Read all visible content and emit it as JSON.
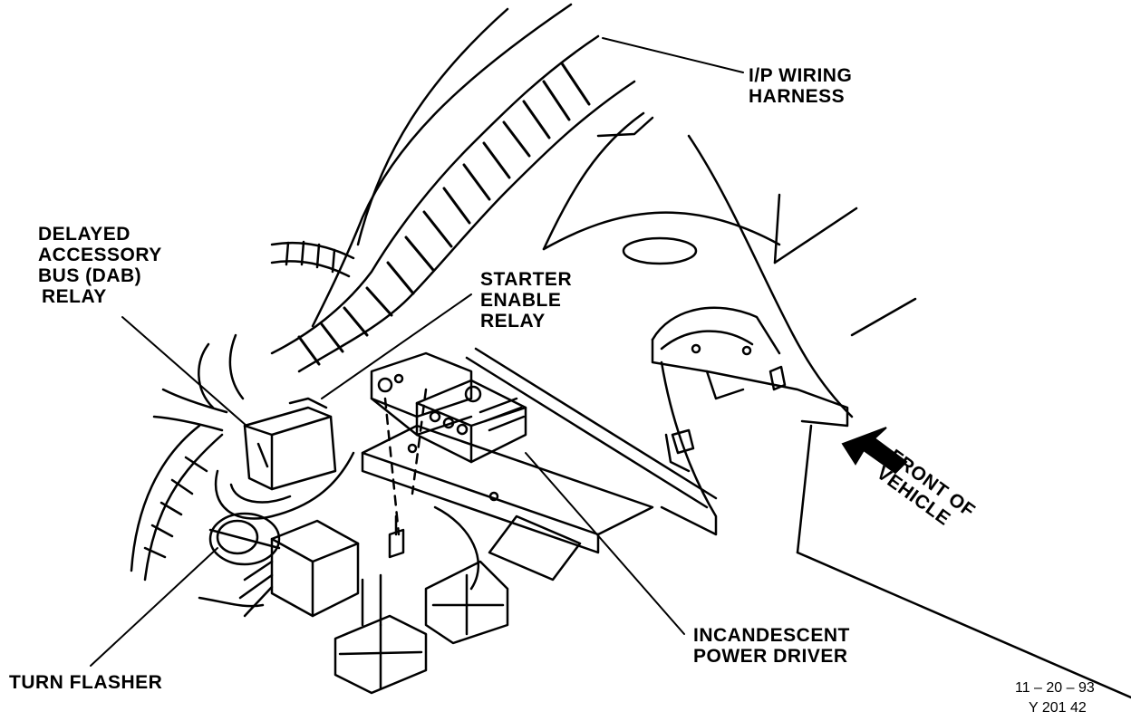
{
  "labels": {
    "ip_wiring_harness": [
      "I/P WIRING",
      "HARNESS"
    ],
    "dab_relay": [
      "DELAYED",
      "ACCESSORY",
      "BUS (DAB)",
      "RELAY"
    ],
    "starter_enable_relay": [
      "STARTER",
      "ENABLE",
      "RELAY"
    ],
    "front_of_vehicle": [
      "FRONT OF",
      "VEHICLE"
    ],
    "incandescent_power_driver": [
      "INCANDESCENT",
      "POWER DRIVER"
    ],
    "turn_flasher": [
      "TURN FLASHER"
    ]
  },
  "figure_info": {
    "date": "11 – 20 – 93",
    "code": "Y 201 42"
  }
}
